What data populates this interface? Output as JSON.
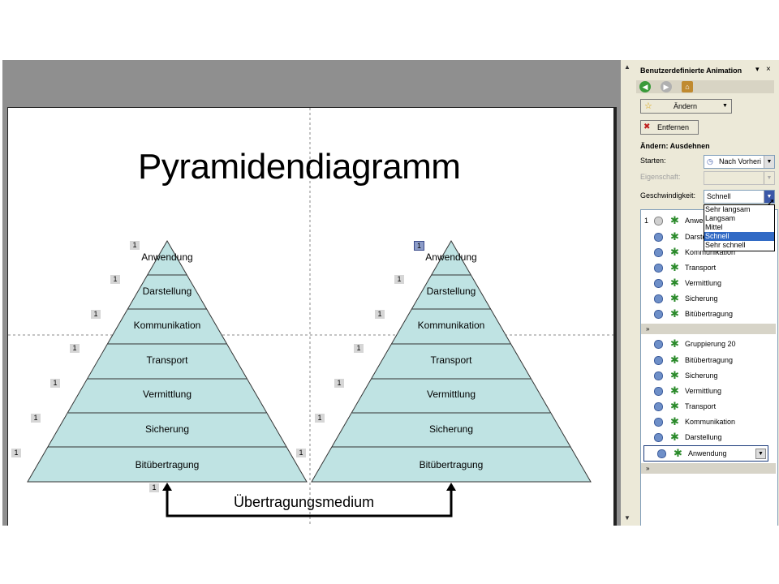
{
  "slide": {
    "title": "Pyramidendiagramm",
    "layers": [
      "Anwendung",
      "Darstellung",
      "Kommunikation",
      "Transport",
      "Vermittlung",
      "Sicherung",
      "Bitübertragung"
    ],
    "tag": "1",
    "medium": "Übertragungsmedium"
  },
  "panel": {
    "title": "Benutzerdefinierte Animation",
    "dropdown_icon": "triangle-down-icon",
    "close": "×",
    "change_button": "Ändern",
    "remove_button": "Entfernen",
    "section": "Ändern: Ausdehnen",
    "start_label": "Starten:",
    "start_value": "Nach Vorheri",
    "property_label": "Eigenschaft:",
    "speed_label": "Geschwindigkeit:",
    "speed_value": "Schnell",
    "speed_options": [
      "Sehr langsam",
      "Langsam",
      "Mittel",
      "Schnell",
      "Sehr schnell"
    ],
    "list_first_number": "1",
    "list1": [
      "Anwendung",
      "Darstellung",
      "Kommunikation",
      "Transport",
      "Vermittlung",
      "Sicherung",
      "Bitübertragung"
    ],
    "group_label": "Gruppierung 20",
    "list2": [
      "Bitübertragung",
      "Sicherung",
      "Vermittlung",
      "Transport",
      "Kommunikation",
      "Darstellung",
      "Anwendung"
    ],
    "collapse_glyph": "»"
  }
}
